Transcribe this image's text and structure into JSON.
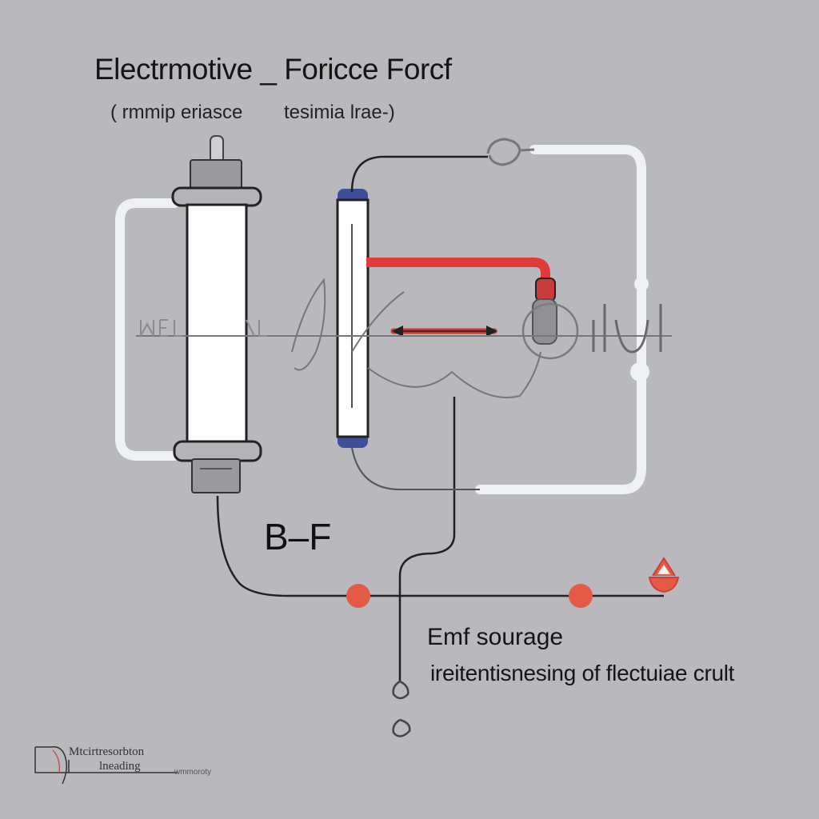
{
  "diagram": {
    "title": "Electrmotive _ Foricce Forcf",
    "subtitle_left": "( rmmip eriasce",
    "subtitle_right": "tesimia lrae-)",
    "center_label": "B–F",
    "emf_label": "Emf sourage",
    "description": "ireitentisnesing of flectuiae crult",
    "colors": {
      "background": "#b8b8bd",
      "wire": "#2a2a2a",
      "loop": "#eef1f3",
      "red_wire": "#e03a3a",
      "node": "#e35a47",
      "cap_blue": "#3e4f97"
    }
  },
  "logo": {
    "line1": "Mtcirtresorbton",
    "line2": "lneading",
    "line3": "wmmoroty"
  }
}
